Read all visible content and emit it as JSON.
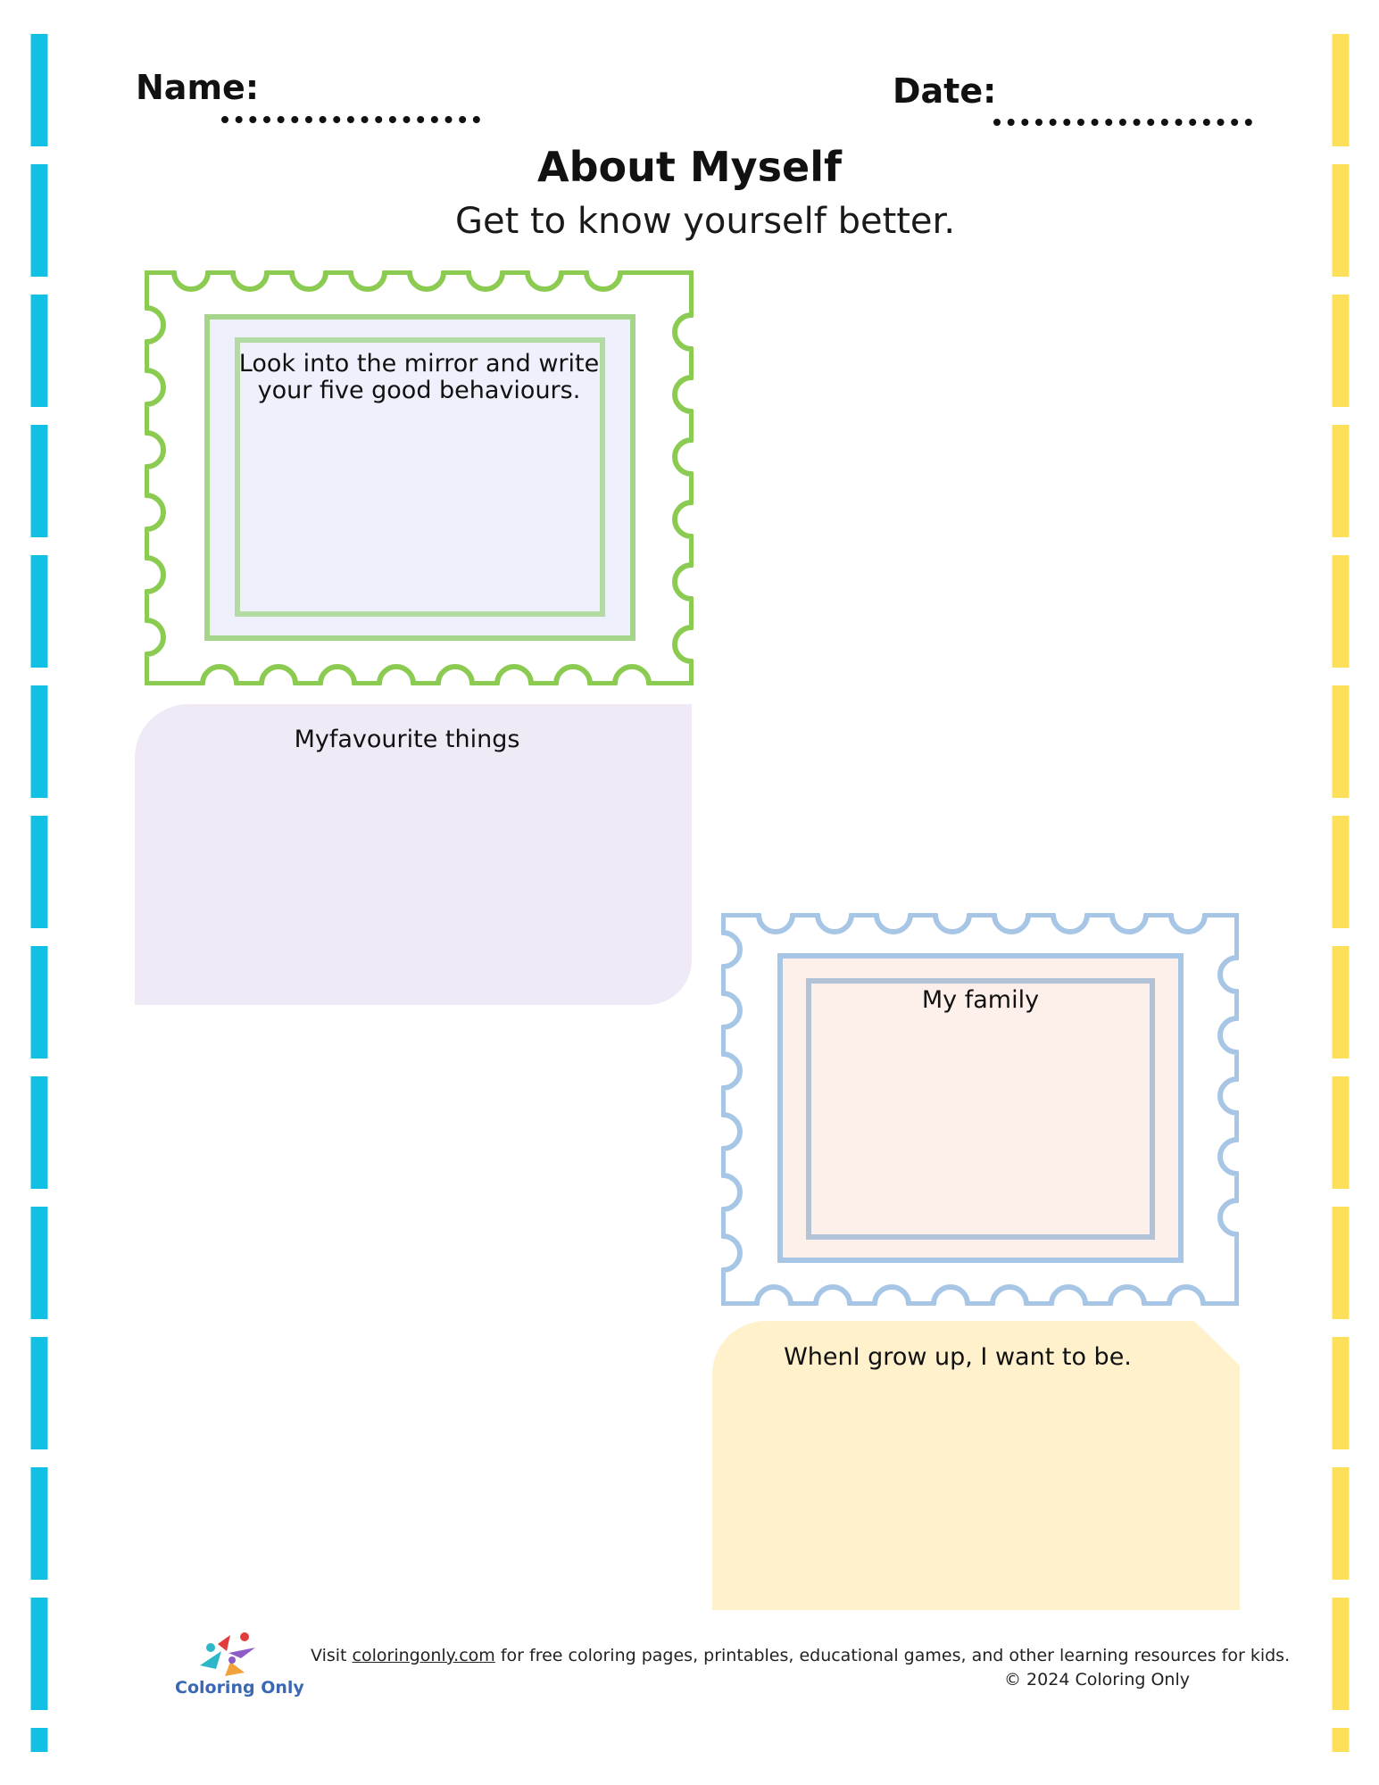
{
  "header": {
    "name_label": "Name:",
    "date_label": "Date:"
  },
  "title": "About Myself",
  "subtitle": "Get to know yourself better.",
  "sections": {
    "mirror": {
      "prompt_line1": "Look into the mirror and write",
      "prompt_line2": "your five good behaviours."
    },
    "favourite": {
      "prompt": "Myfavourite things"
    },
    "family": {
      "prompt": "My family"
    },
    "grow_up": {
      "prompt": "WhenI grow up, I want to be."
    }
  },
  "footer": {
    "visit_prefix": "Visit ",
    "site_link": "coloringonly.com",
    "visit_suffix": " for free coloring pages, printables, educational games, and other learning resources for kids.",
    "copyright": "© 2024 Coloring Only",
    "logo_text": "Coloring Only"
  },
  "colors": {
    "border_start": "#12c0e3",
    "border_end": "#fde05a",
    "stamp_green": "#8ccb52",
    "stamp_blue": "#a7c6e6",
    "favourite_fill": "#f0eaf6",
    "grow_fill": "#fef1cc",
    "family_fill": "#fdf0ea",
    "mirror_fill": "#eef0fb"
  }
}
